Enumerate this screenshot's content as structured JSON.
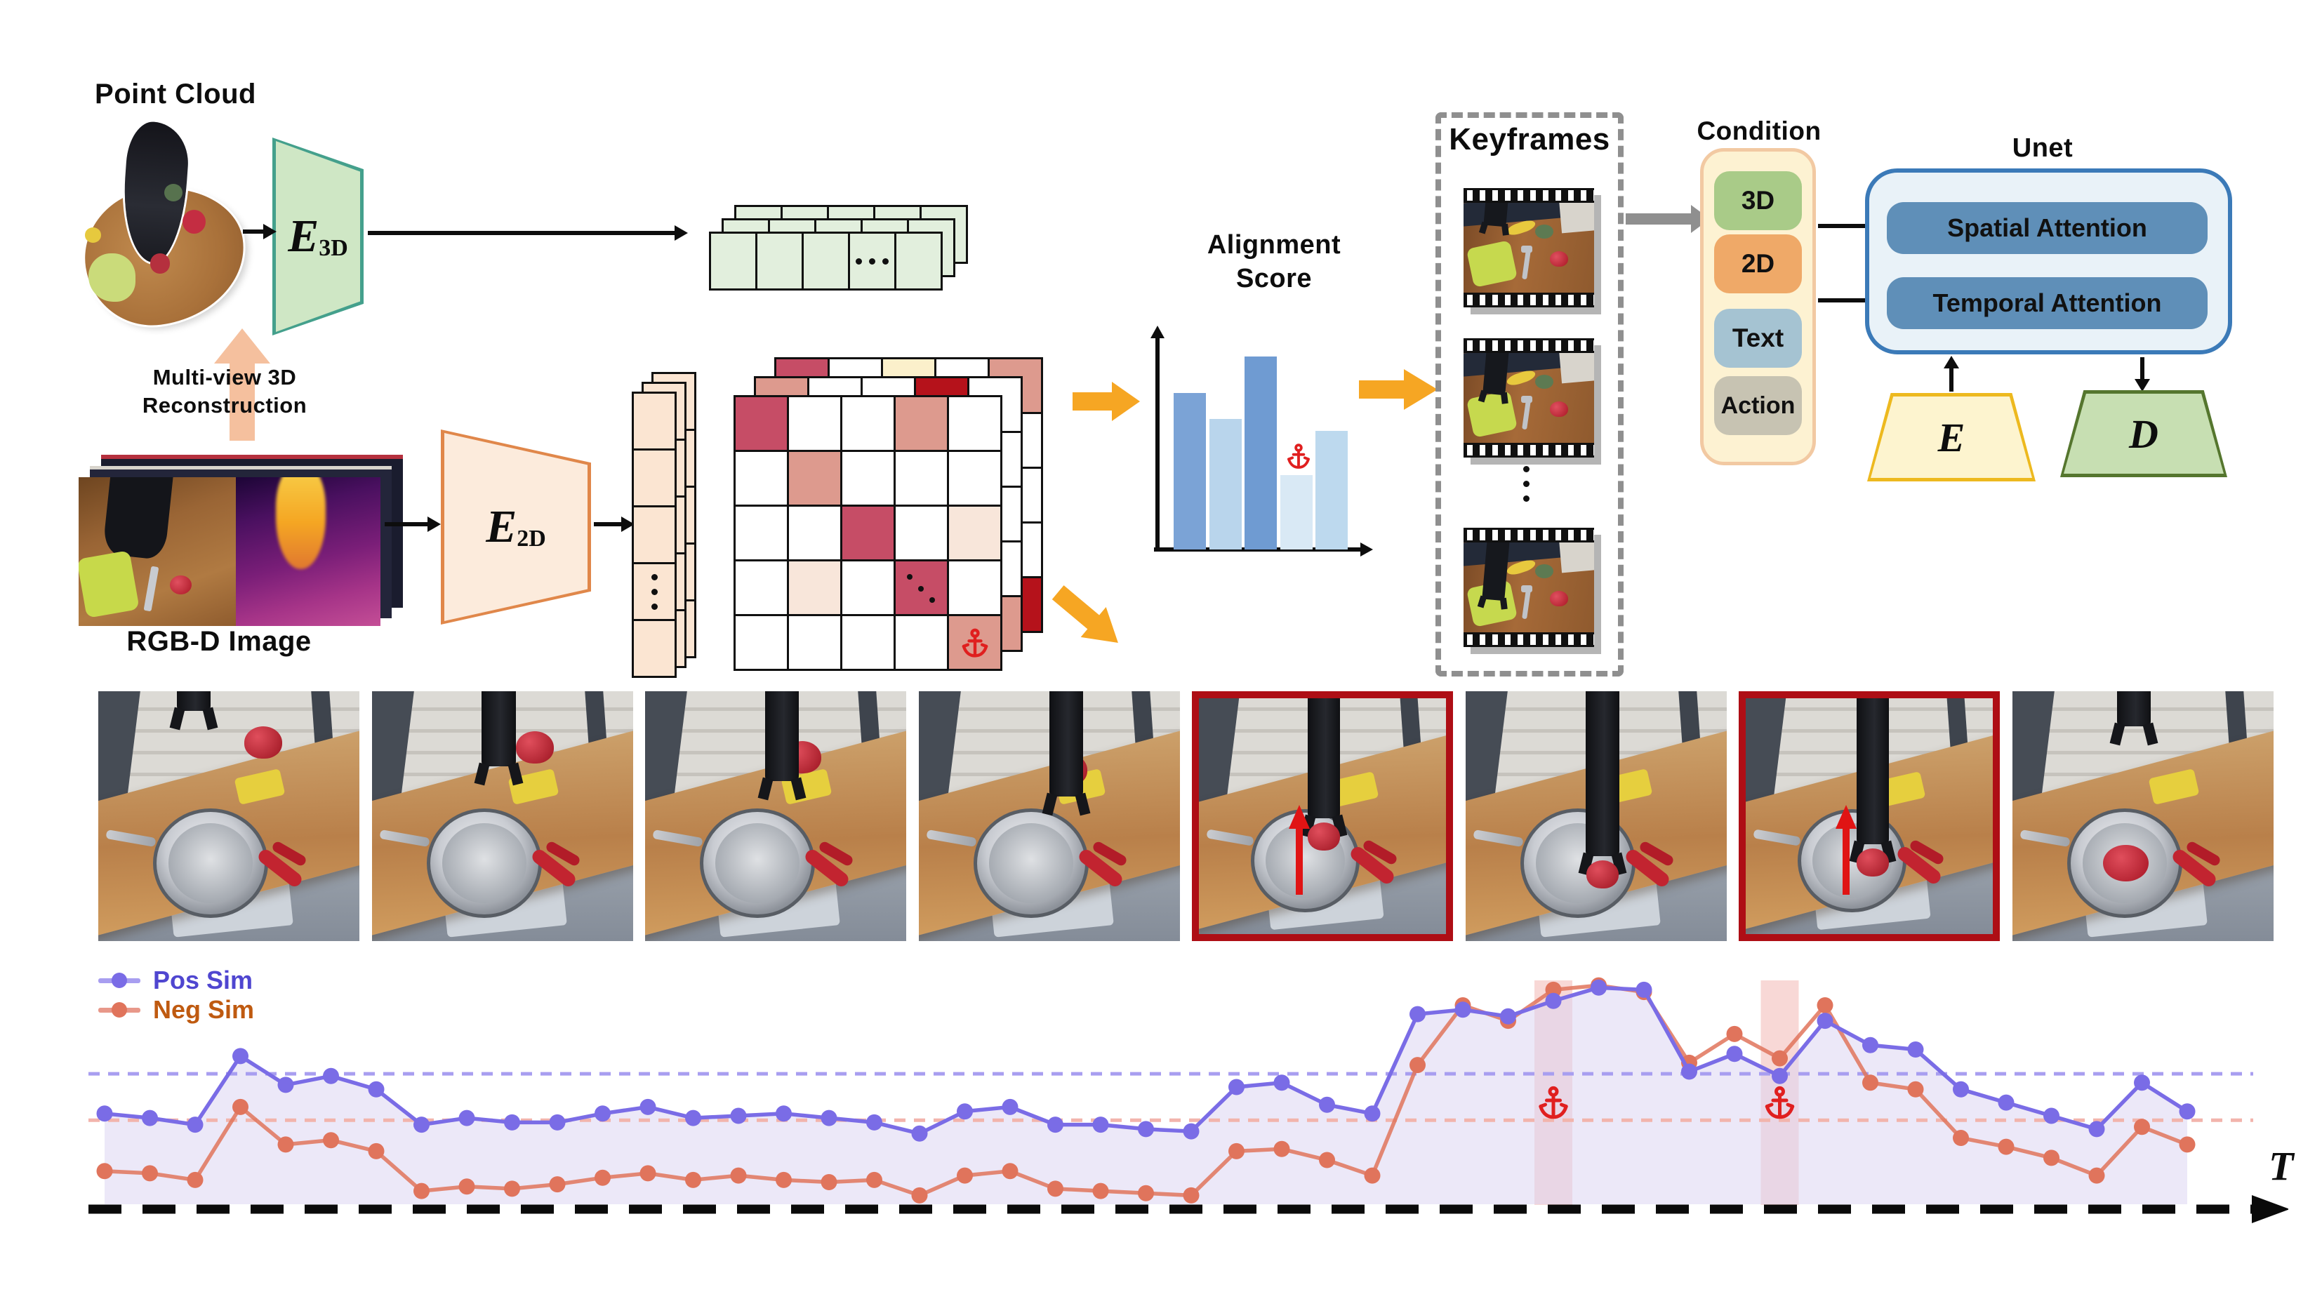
{
  "labels": {
    "point_cloud": "Point Cloud",
    "multiview1": "Multi-view 3D",
    "multiview2": "Reconstruction",
    "rgbd": "RGB-D Image",
    "alignment1": "Alignment",
    "alignment2": "Score",
    "keyframes": "Keyframes",
    "condition": "Condition",
    "unet": "Unet",
    "spatial_attention": "Spatial Attention",
    "temporal_attention": "Temporal Attention",
    "t_axis": "T"
  },
  "encoders": {
    "e3d": {
      "symbol": "E",
      "sub": "3D"
    },
    "e2d": {
      "symbol": "E",
      "sub": "2D"
    },
    "latent_encoder": {
      "symbol": "E"
    },
    "latent_decoder": {
      "symbol": "D"
    }
  },
  "condition_items": [
    {
      "label": "3D",
      "color": "#a9cb88"
    },
    {
      "label": "2D",
      "color": "#efa968"
    },
    {
      "label": "Text",
      "color": "#a5c3d2"
    },
    {
      "label": "Action",
      "color": "#c7c3b2"
    }
  ],
  "legend": {
    "pos": "Pos Sim",
    "neg": "Neg Sim"
  },
  "colors": {
    "matrix": {
      "W": "#ffffff",
      "C": "#c64d66",
      "R": "#b5121b",
      "S": "#dd9a8e",
      "B": "#f8e6da",
      "Y": "#fbf0cb"
    },
    "green_token": "#e2efdd",
    "peach_token": "#fbe5d2",
    "enc3d_fill": "#cfe7c5",
    "enc3d_border": "#44a08c",
    "enc2d_fill": "#fcebdc",
    "enc2d_border": "#e0874a",
    "unet_fill": "#e9f2f8",
    "unet_border": "#3b7ab8",
    "attention_fill": "#5f8fb8",
    "condition_fill": "#fdf2d2",
    "condition_border": "#f2c9a2",
    "etrap_fill": "#fdf4cf",
    "etrap_border": "#edb91f",
    "dtrap_fill": "#c7dfb2",
    "dtrap_border": "#55762e",
    "accent_orange": "#f6a623",
    "anchor_red": "#e01f1f"
  },
  "matrix": {
    "front": [
      [
        "C",
        "W",
        "W",
        "S",
        "W"
      ],
      [
        "W",
        "S",
        "W",
        "W",
        "W"
      ],
      [
        "W",
        "W",
        "C",
        "W",
        "B"
      ],
      [
        "W",
        "B",
        "W",
        "Cd",
        "W"
      ],
      [
        "W",
        "W",
        "W",
        "W",
        "Sa"
      ]
    ],
    "mid": [
      [
        "S",
        "W",
        "W",
        "R",
        "W"
      ],
      [
        "W",
        "W",
        "W",
        "W",
        "W"
      ],
      [
        "W",
        "W",
        "W",
        "W",
        "W"
      ],
      [
        "W",
        "W",
        "W",
        "W",
        "W"
      ],
      [
        "W",
        "W",
        "W",
        "W",
        "S"
      ]
    ],
    "back": [
      [
        "C",
        "W",
        "Y",
        "W",
        "S"
      ],
      [
        "W",
        "W",
        "W",
        "W",
        "W"
      ],
      [
        "W",
        "W",
        "W",
        "W",
        "W"
      ],
      [
        "W",
        "W",
        "W",
        "W",
        "W"
      ],
      [
        "W",
        "W",
        "W",
        "W",
        "R"
      ]
    ]
  },
  "green_tokens": {
    "cells": 5,
    "ellipsis_index": 3,
    "layers": 3
  },
  "feature_column": {
    "cells": 5,
    "ellipsis_index": 3,
    "layers": 3
  },
  "keyframe_thumbs": [
    {
      "arm_drop": 0.3
    },
    {
      "arm_drop": 0.5
    },
    {
      "arm_drop": 0.68
    }
  ],
  "filmstrip": {
    "frames": [
      {
        "highlighted": false,
        "red_arrow": false,
        "arm_x": 30,
        "arm_drop": 0.12,
        "kettle": [
          56,
          14
        ],
        "held": false,
        "object_in_pot": false
      },
      {
        "highlighted": false,
        "red_arrow": false,
        "arm_x": 42,
        "arm_drop": 0.34,
        "kettle": [
          55,
          16
        ],
        "held": false,
        "object_in_pot": false
      },
      {
        "highlighted": false,
        "red_arrow": false,
        "arm_x": 46,
        "arm_drop": 0.4,
        "kettle": [
          53,
          20
        ],
        "held": false,
        "object_in_pot": false
      },
      {
        "highlighted": false,
        "red_arrow": false,
        "arm_x": 50,
        "arm_drop": 0.46,
        "kettle": [
          50,
          25
        ],
        "held": false,
        "object_in_pot": false
      },
      {
        "highlighted": true,
        "red_arrow": true,
        "arm_x": 44,
        "arm_drop": 0.55,
        "kettle": null,
        "held": true,
        "object_in_pot": false
      },
      {
        "highlighted": false,
        "red_arrow": false,
        "arm_x": 46,
        "arm_drop": 0.7,
        "kettle": null,
        "held": true,
        "object_in_pot": false
      },
      {
        "highlighted": true,
        "red_arrow": true,
        "arm_x": 45,
        "arm_drop": 0.66,
        "kettle": null,
        "held": true,
        "object_in_pot": false
      },
      {
        "highlighted": false,
        "red_arrow": false,
        "arm_x": 40,
        "arm_drop": 0.18,
        "kettle": null,
        "held": false,
        "object_in_pot": true
      }
    ]
  },
  "chart_data": [
    {
      "type": "bar",
      "title": "Alignment Score",
      "values": [
        0.78,
        0.65,
        0.96,
        0.37,
        0.59
      ],
      "bar_colors": [
        "#7ba3d6",
        "#b9d5ec",
        "#6f9bd2",
        "#d9e9f5",
        "#bdd9ee"
      ],
      "anchor_bar_index": 3,
      "xlabel": "",
      "ylabel": "",
      "ylim": [
        0,
        1
      ],
      "grid": false
    },
    {
      "type": "line",
      "title": "",
      "xlabel": "T",
      "ylim": [
        0,
        1
      ],
      "legend_position": "top-left",
      "fill_under_pos": true,
      "fill_color": "#dcd6f3",
      "series": [
        {
          "name": "Pos Sim",
          "color": "#7a6ce6",
          "text_color": "#4f46d0",
          "values": [
            0.41,
            0.39,
            0.36,
            0.67,
            0.54,
            0.58,
            0.52,
            0.36,
            0.39,
            0.37,
            0.37,
            0.41,
            0.44,
            0.39,
            0.4,
            0.41,
            0.39,
            0.37,
            0.32,
            0.42,
            0.44,
            0.36,
            0.36,
            0.34,
            0.33,
            0.53,
            0.55,
            0.45,
            0.41,
            0.86,
            0.88,
            0.85,
            0.92,
            0.98,
            0.97,
            0.6,
            0.68,
            0.58,
            0.83,
            0.72,
            0.7,
            0.52,
            0.46,
            0.4,
            0.34,
            0.55,
            0.42
          ]
        },
        {
          "name": "Neg Sim",
          "color": "#e0745c",
          "text_color": "#bf5a10",
          "values": [
            0.15,
            0.14,
            0.11,
            0.44,
            0.27,
            0.29,
            0.24,
            0.06,
            0.08,
            0.07,
            0.09,
            0.12,
            0.14,
            0.11,
            0.13,
            0.11,
            0.1,
            0.11,
            0.04,
            0.13,
            0.15,
            0.07,
            0.06,
            0.05,
            0.04,
            0.24,
            0.25,
            0.2,
            0.13,
            0.63,
            0.9,
            0.83,
            0.97,
            0.99,
            0.96,
            0.64,
            0.77,
            0.66,
            0.9,
            0.55,
            0.52,
            0.3,
            0.26,
            0.21,
            0.13,
            0.35,
            0.27
          ]
        }
      ],
      "ref_lines": [
        {
          "y": 0.59,
          "color": "#a89ef0",
          "series": "Pos Sim mean"
        },
        {
          "y": 0.38,
          "color": "#f2b4ac",
          "series": "Neg Sim mean"
        }
      ],
      "anchor_bands": {
        "point_indices": [
          32,
          37
        ],
        "color": "#f2b8b4"
      }
    }
  ]
}
